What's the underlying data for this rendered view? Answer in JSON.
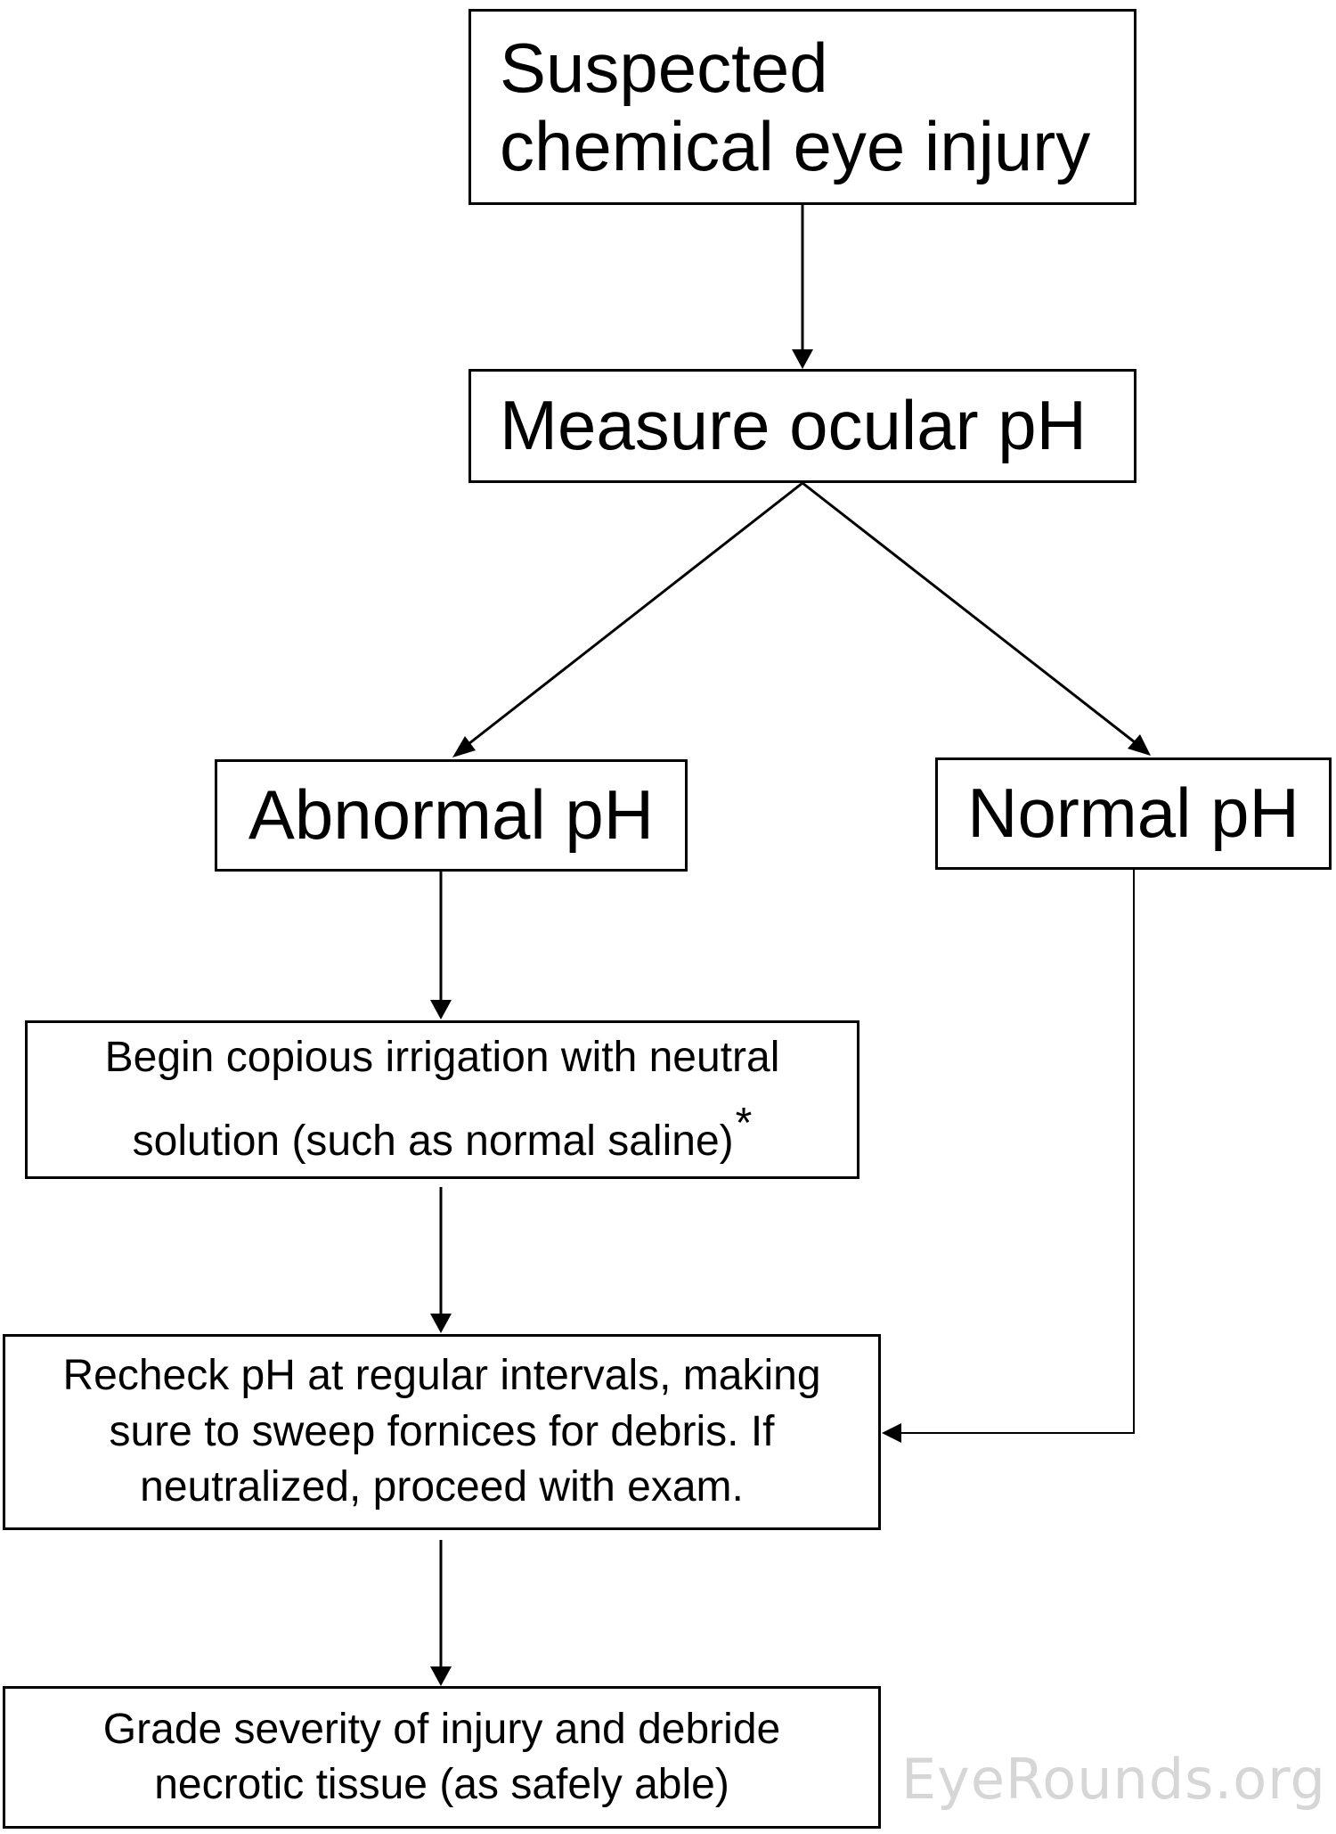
{
  "diagram": {
    "start_box": {
      "line1": "Suspected",
      "line2": "chemical eye injury"
    },
    "measure_box": {
      "label": "Measure ocular pH"
    },
    "abnormal_box": {
      "label": "Abnormal pH"
    },
    "normal_box": {
      "label": "Normal pH"
    },
    "irrigation_box": {
      "line1": "Begin copious irrigation with neutral",
      "line2": "solution (such as normal saline)",
      "footnote_mark": "*"
    },
    "recheck_box": {
      "line1": "Recheck pH at regular intervals, making",
      "line2": "sure to sweep fornices for debris. If",
      "line3": "neutralized, proceed with exam."
    },
    "grade_box": {
      "line1": "Grade severity of injury and debride",
      "line2": "necrotic tissue (as safely able)"
    },
    "colors": {
      "line": "#000000",
      "box_border": "#000000",
      "watermark": "#d6d6d6"
    }
  },
  "watermark": {
    "text": "EyeRounds.org"
  }
}
